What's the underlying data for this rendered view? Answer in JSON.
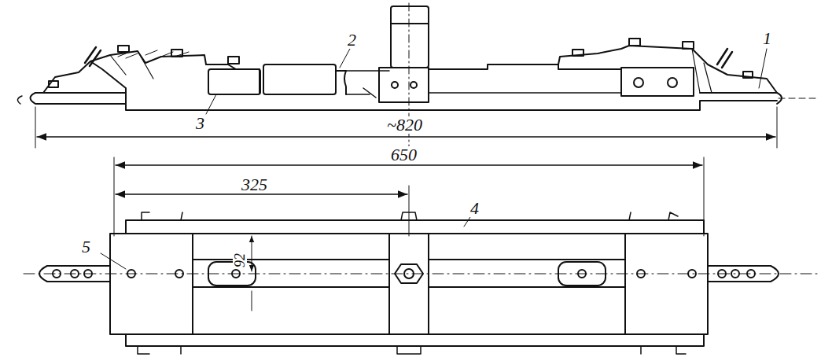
{
  "diagram": {
    "labels": [
      "2",
      "1",
      "3",
      "~820",
      "650",
      "325",
      "4",
      "5",
      "92"
    ]
  }
}
